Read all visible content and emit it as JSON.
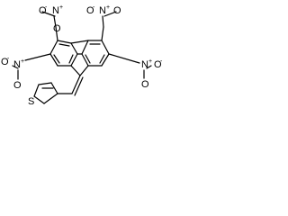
{
  "molecule": {
    "atom_labels": {
      "nitro_n": "N",
      "nitro_o": "O",
      "nitro_n_charge": "+",
      "nitro_o_charge": "-",
      "thiophene_s": "S"
    },
    "colors": {
      "bond": "#000000",
      "label": "#000000",
      "background": "#ffffff"
    }
  }
}
